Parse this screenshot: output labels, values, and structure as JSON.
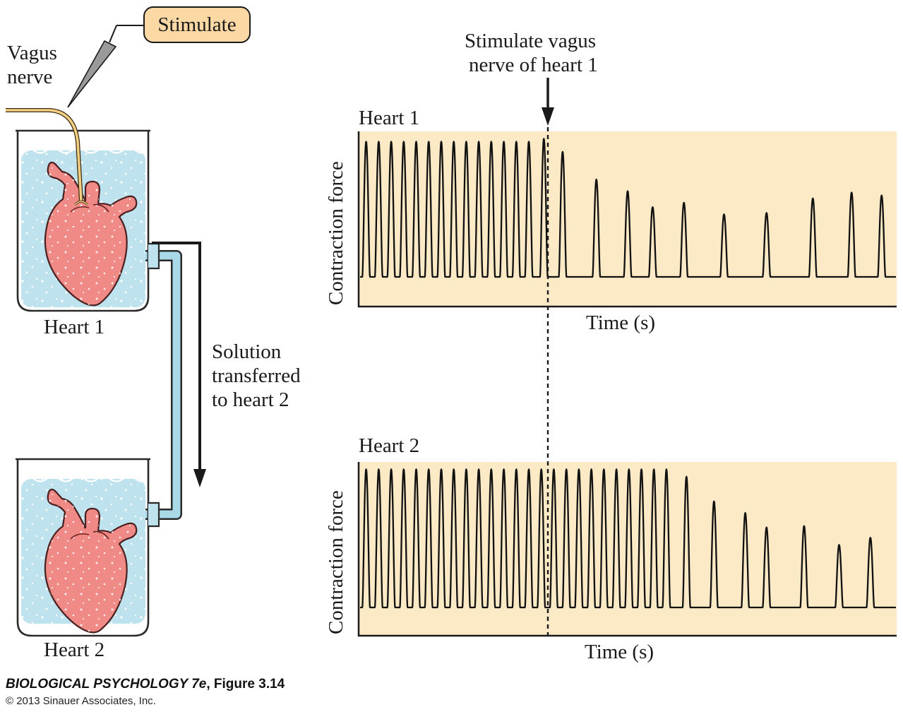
{
  "labels": {
    "stimulate_button": "Stimulate",
    "vagus_nerve_line1": "Vagus",
    "vagus_nerve_line2": "nerve",
    "beaker1": "Heart 1",
    "beaker2": "Heart 2",
    "solution_line1": "Solution",
    "solution_line2": "transferred",
    "solution_line3": "to heart 2",
    "stim_annotation_line1": "Stimulate vagus",
    "stim_annotation_line2": "nerve of heart 1"
  },
  "colors": {
    "panel_bg": "#fce9c6",
    "water": "#bfe3ee",
    "heart": "#f08a86",
    "nerve": "#f4cf83",
    "trace": "#111111"
  },
  "caption": {
    "book": "BIOLOGICAL PSYCHOLOGY 7e",
    "figure": ", Figure 3.14",
    "copyright": "© 2013 Sinauer Associates, Inc."
  },
  "chart_data": [
    {
      "type": "line",
      "title": "Heart 1",
      "xlabel": "Time (s)",
      "ylabel": "Contraction force",
      "stimulus_x": 14.8,
      "peaks_x": [
        0.6,
        1.6,
        2.6,
        3.6,
        4.6,
        5.6,
        6.6,
        7.6,
        8.6,
        9.6,
        10.6,
        11.6,
        12.6,
        13.6,
        14.8,
        16.3,
        19.0,
        21.5,
        23.5,
        26.0,
        29.2,
        32.6,
        36.3,
        39.4,
        41.8
      ],
      "peaks_y": [
        0.93,
        0.93,
        0.93,
        0.93,
        0.93,
        0.93,
        0.93,
        0.93,
        0.93,
        0.93,
        0.93,
        0.93,
        0.93,
        0.93,
        0.95,
        0.86,
        0.67,
        0.59,
        0.48,
        0.51,
        0.43,
        0.44,
        0.54,
        0.58,
        0.56
      ],
      "xlim": [
        0,
        43
      ],
      "ylim": [
        0,
        1
      ]
    },
    {
      "type": "line",
      "title": "Heart 2",
      "xlabel": "Time (s)",
      "ylabel": "Contraction force",
      "peaks_x": [
        0.6,
        1.6,
        2.6,
        3.6,
        4.6,
        5.6,
        6.6,
        7.6,
        8.6,
        9.6,
        10.6,
        11.6,
        12.6,
        13.6,
        14.6,
        15.6,
        16.6,
        17.6,
        18.6,
        19.6,
        20.6,
        21.6,
        22.6,
        23.6,
        24.6,
        26.2,
        28.4,
        30.9,
        32.6,
        35.6,
        38.4,
        40.9
      ],
      "peaks_y": [
        0.95,
        0.95,
        0.95,
        0.95,
        0.95,
        0.95,
        0.95,
        0.95,
        0.95,
        0.95,
        0.95,
        0.95,
        0.95,
        0.95,
        0.95,
        0.95,
        0.95,
        0.95,
        0.95,
        0.95,
        0.95,
        0.95,
        0.95,
        0.95,
        0.95,
        0.9,
        0.73,
        0.65,
        0.55,
        0.56,
        0.43,
        0.48
      ],
      "xlim": [
        0,
        43
      ],
      "ylim": [
        0,
        1
      ]
    }
  ]
}
